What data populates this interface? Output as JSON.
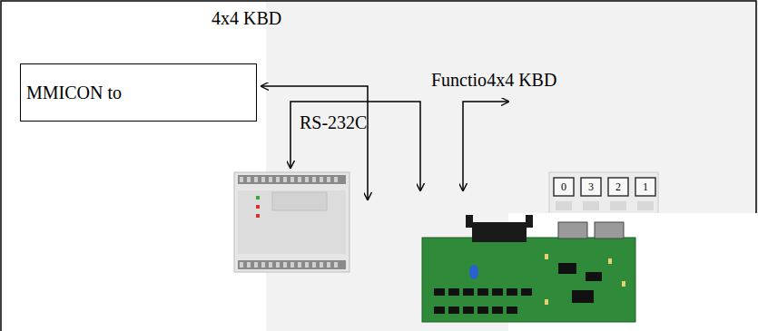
{
  "diagram": {
    "nodes": [
      {
        "text": [
          "MMICON to"
        ]
      }
    ],
    "labels": [
      "4x4 KBD",
      "RS-232C",
      "Functio",
      "4x4 KBD",
      "0",
      "3",
      "2",
      "1"
    ]
  }
}
